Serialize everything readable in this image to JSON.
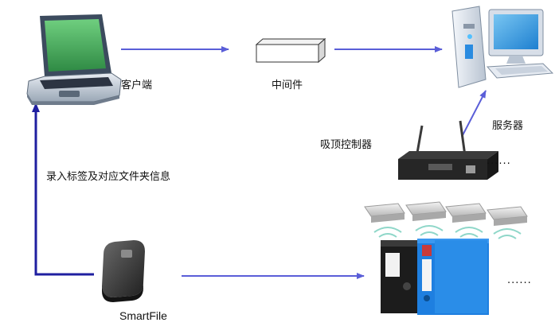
{
  "nodes": {
    "client": "客户端",
    "middleware": "中间件",
    "server": "服务器",
    "reader": "吸顶控制器",
    "smartfile": "SmartFile"
  },
  "edges": {
    "upload": "录入标签及对应文件夹信息"
  },
  "ellipsis": {
    "top": "......",
    "bottom": "......"
  },
  "colors": {
    "arrow_blue": "#5a5ed8",
    "arrow_dark": "#1f1fa0",
    "binder_blue": "#1e7fe0",
    "binder_black": "#1c1c1c",
    "reader_body": "#262626",
    "antenna": "#3a3a3a"
  }
}
